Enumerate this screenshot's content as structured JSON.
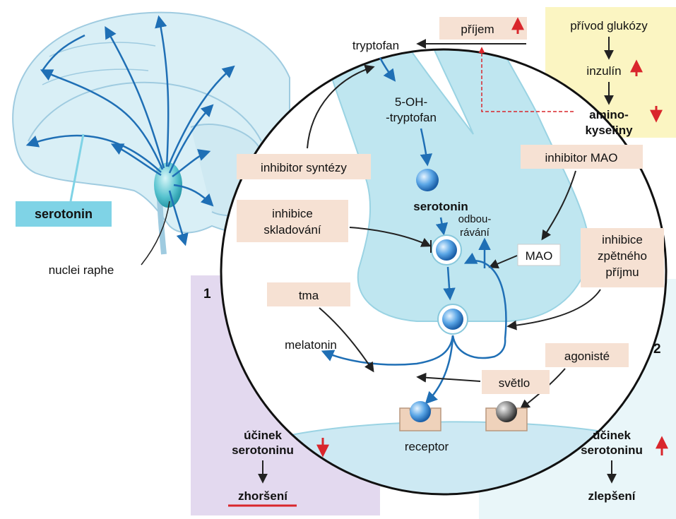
{
  "colors": {
    "nerve_blue": "#1f6fb5",
    "arrow_dark": "#222222",
    "up_red": "#d9262c",
    "label_bg": "#f6e1d3",
    "yellow_box": "#fbf5c2",
    "purple_panel": "#e3d9ef",
    "cyan_panel": "#e9f6f9",
    "serotonin_label_bg": "#7fd3e6",
    "cell_fill": "#bfe6f0"
  },
  "labels": {
    "serotonin_brain": "serotonin",
    "nuclei_raphe": "nuclei raphe",
    "panel1_number": "1",
    "panel2_number": "2",
    "prijem": "příjem",
    "privod_glukozy": "přívod glukózy",
    "inzulin": "inzulín",
    "amino_line1": "amino-",
    "amino_line2": "kyseliny",
    "tryptofan": "tryptofan",
    "oh_line1": "5-OH-",
    "oh_line2": "-tryptofan",
    "inhibitor_syntezy": "inhibitor syntézy",
    "inhibitor_mao": "inhibitor MAO",
    "serotonin_center": "serotonin",
    "odbourani_line1": "odbou-",
    "odbourani_line2": "rávání",
    "inhibice_skladovani_line1": "inhibice",
    "inhibice_skladovani_line2": "skladování",
    "mao": "MAO",
    "inhibice_zpetneho_line1": "inhibice",
    "inhibice_zpetneho_line2": "zpětného",
    "inhibice_zpetneho_line3": "příjmu",
    "tma": "tma",
    "melatonin": "melatonin",
    "agoniste": "agonisté",
    "svetlo": "světlo",
    "receptor": "receptor",
    "ucinek_left_line1": "účinek",
    "ucinek_left_line2": "serotoninu",
    "zhorseni": "zhoršení",
    "ucinek_right_line1": "účinek",
    "ucinek_right_line2": "serotoninu",
    "zlepseni": "zlepšení"
  }
}
